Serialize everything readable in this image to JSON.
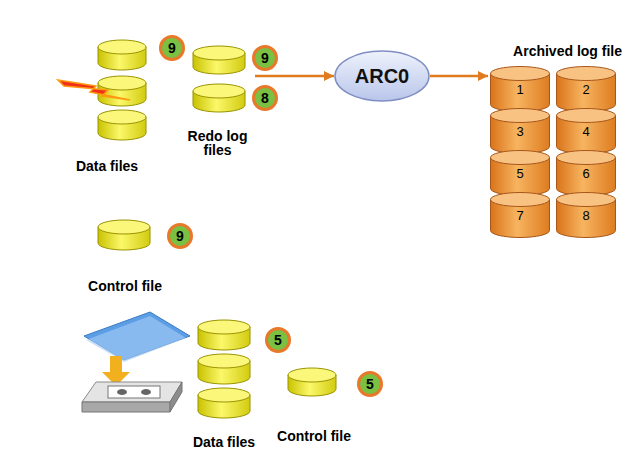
{
  "diagram": {
    "nodes": [
      {
        "text": [
          "Data files"
        ]
      },
      {
        "text": [
          "Redo log files"
        ]
      },
      {
        "text": [
          "ARC0"
        ]
      },
      {
        "text": [
          "Archived log file"
        ]
      },
      {
        "text": [
          "1"
        ],
        "in": 3
      },
      {
        "text": [
          "2"
        ],
        "in": 3
      },
      {
        "text": [
          "3"
        ],
        "in": 3
      },
      {
        "text": [
          "4"
        ],
        "in": 3
      },
      {
        "text": [
          "5"
        ],
        "in": 3
      },
      {
        "text": [
          "6"
        ],
        "in": 3
      },
      {
        "text": [
          "7"
        ],
        "in": 3
      },
      {
        "text": [
          "8"
        ],
        "in": 3
      },
      {
        "text": [
          "Control file"
        ]
      },
      {
        "text": [
          "Data files"
        ]
      },
      {
        "text": [
          "Control file"
        ]
      }
    ],
    "edges": [
      {
        "from": 1,
        "to": 2,
        "arrow": "to"
      },
      {
        "from": 2,
        "to": 3,
        "arrow": "to"
      }
    ],
    "labels": [
      "9",
      "9",
      "8",
      "9",
      "5",
      "5"
    ]
  }
}
